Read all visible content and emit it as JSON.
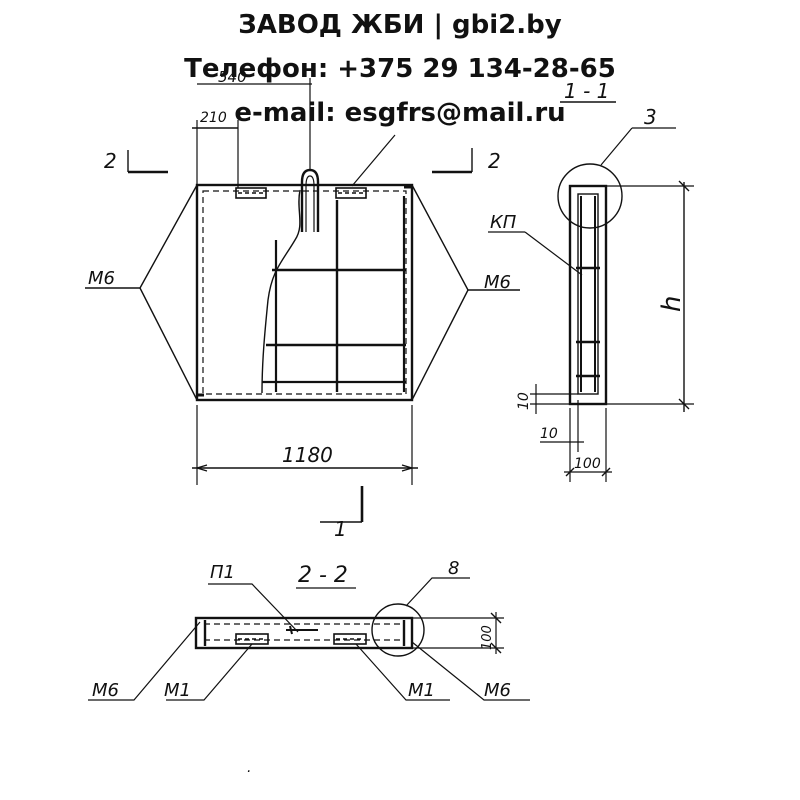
{
  "header": {
    "title": "ЗАВОД ЖБИ | gbi2.by",
    "phone": "Телефон: +375 29 134-28-65",
    "email": "e-mail: esgfrs@mail.ru"
  },
  "drawing": {
    "front_view": {
      "dim_top": "540",
      "dim_left": "210",
      "section_mark_left": "2",
      "section_mark_right": "2",
      "label_left": "М6",
      "label_right": "М6",
      "dim_width": "1180",
      "section_mark_bottom": "1"
    },
    "section_1_1": {
      "title": "1 - 1",
      "callout": "3",
      "label_kp": "КП",
      "dim_h": "h",
      "dim_10_vertical": "10",
      "dim_10_horizontal": "10",
      "dim_100": "100"
    },
    "section_2_2": {
      "title": "2 - 2",
      "label_p1": "П1",
      "callout": "8",
      "dim_100": "100",
      "label_m6_left": "М6",
      "label_m1_left": "М1",
      "label_m1_right": "М1",
      "label_m6_right": "М6"
    },
    "footer_dot": "."
  }
}
